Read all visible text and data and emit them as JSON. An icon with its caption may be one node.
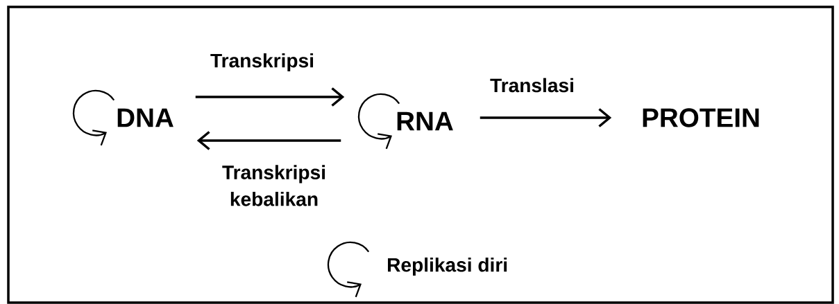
{
  "diagram": {
    "nodes": [
      {
        "text": [
          "DNA"
        ]
      },
      {
        "text": [
          "RNA"
        ]
      },
      {
        "text": [
          "PROTEIN"
        ]
      }
    ],
    "edges": [
      {
        "from": 0,
        "to": 1,
        "arrow": "to",
        "label": "Transkripsi"
      },
      {
        "from": 1,
        "to": 0,
        "arrow": "to",
        "label": "Transkripsi kebalikan"
      },
      {
        "from": 1,
        "to": 2,
        "arrow": "to",
        "label": "Translasi"
      }
    ],
    "legend": [
      {
        "text": "Replikasi diri"
      }
    ]
  }
}
